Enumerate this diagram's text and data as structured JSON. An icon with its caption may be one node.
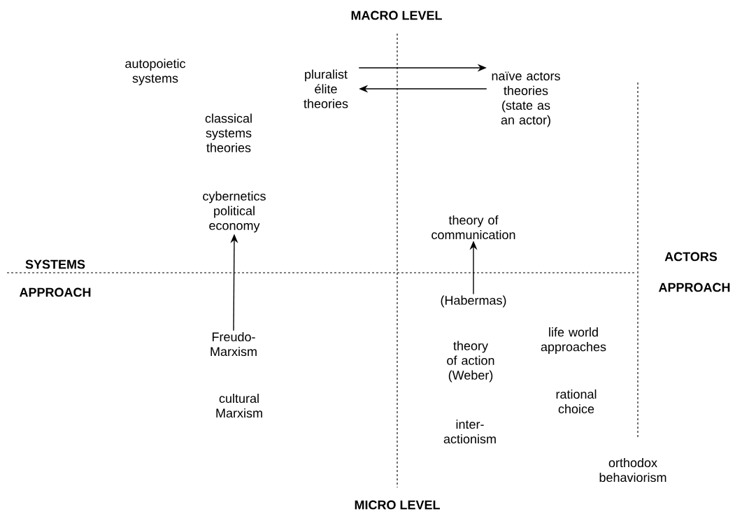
{
  "diagram": {
    "nodes": [
      {
        "text": [
          "pluralist élite theories"
        ]
      },
      {
        "text": [
          "naïve actors theories (state as an actor)"
        ]
      },
      {
        "text": [
          "cybernetics political economy"
        ]
      },
      {
        "text": [
          "theory of communication"
        ]
      },
      {
        "text": [
          "(Habermas)"
        ]
      },
      {
        "text": [
          "Freudo- Marxism"
        ]
      }
    ],
    "edges": [
      {
        "from": 0,
        "to": 1,
        "arrow": "to"
      },
      {
        "from": 1,
        "to": 0,
        "arrow": "to"
      },
      {
        "from": 5,
        "to": 2,
        "arrow": "to"
      },
      {
        "from": 4,
        "to": 3,
        "arrow": "to"
      }
    ],
    "labels": [
      "MACRO LEVEL",
      "autopoietic systems",
      "classical systems theories",
      "SYSTEMS",
      "ACTORS",
      "APPROACH",
      "APPROACH",
      "theory of action (Weber)",
      "life world approaches",
      "cultural Marxism",
      "rational choice",
      "inter- actionism",
      "orthodox behaviorism",
      "MICRO LEVEL"
    ]
  }
}
